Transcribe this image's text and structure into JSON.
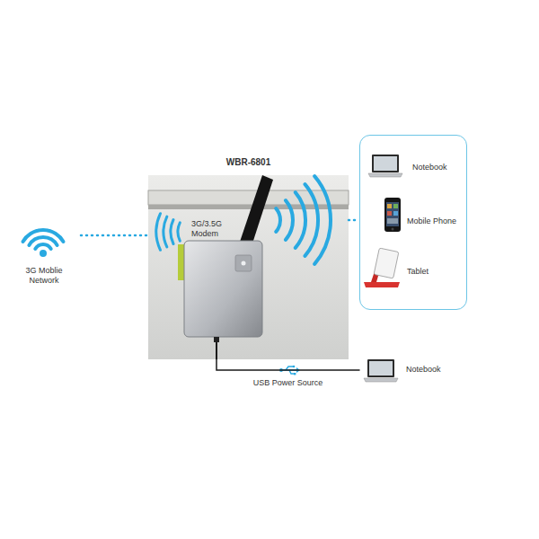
{
  "diagram": {
    "nodes": [
      {
        "text": [
          "3G Moblie Network"
        ]
      },
      {
        "text": [
          "WBR-6801",
          "3G/3.5G Modem"
        ]
      },
      {
        "text": [
          "Notebook",
          "Mobile Phone",
          "Tablet"
        ]
      },
      {
        "text": [
          "Notebook"
        ]
      }
    ],
    "edges": [
      {
        "from": 0,
        "to": 1,
        "arrow": "none"
      },
      {
        "from": 1,
        "to": 2,
        "arrow": "none"
      },
      {
        "from": 1,
        "to": 3,
        "label": "USB Power Source",
        "arrow": "none"
      }
    ]
  }
}
